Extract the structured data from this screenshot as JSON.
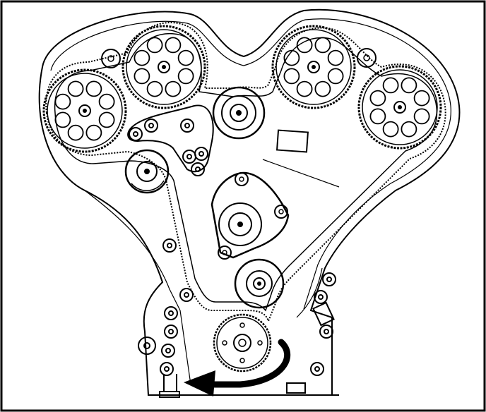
{
  "diagram": {
    "kind": "engine timing belt routing (line art)",
    "line_color": "#000000",
    "background": "#ffffff",
    "components": [
      "left-rear-camshaft-sprocket",
      "left-front-camshaft-sprocket",
      "right-front-camshaft-sprocket",
      "right-rear-camshaft-sprocket",
      "upper-idler-pulley",
      "left-idler-pulley",
      "water-pump-pulley",
      "tensioner-pulley",
      "crankshaft-sprocket",
      "rotation-arrow"
    ],
    "rotation_direction": "clockwise"
  }
}
